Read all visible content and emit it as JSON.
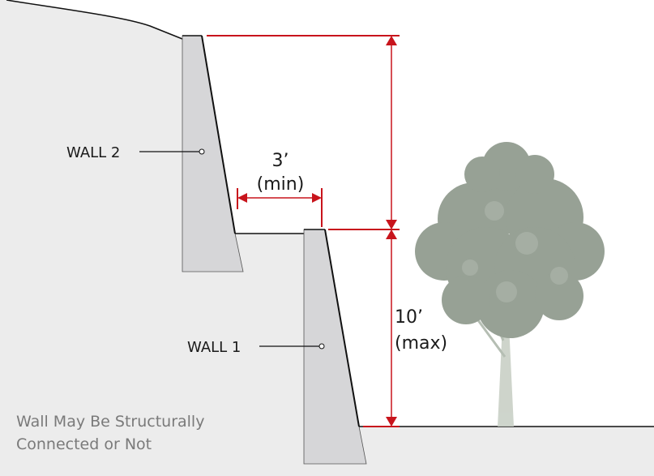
{
  "labels": {
    "wall2": "WALL 2",
    "wall1": "WALL 1",
    "spacing_value": "3’",
    "spacing_qualifier": "(min)",
    "height_value": "10’",
    "height_qualifier": "(max)",
    "note_line1": "Wall May Be Structurally",
    "note_line2": "Connected or Not"
  },
  "colors": {
    "ground_fill": "#ececec",
    "wall_fill": "#d6d6d8",
    "dimension": "#c8141c",
    "line": "#111111",
    "tree": "#8c978a",
    "note_text": "#7a7a7a"
  }
}
